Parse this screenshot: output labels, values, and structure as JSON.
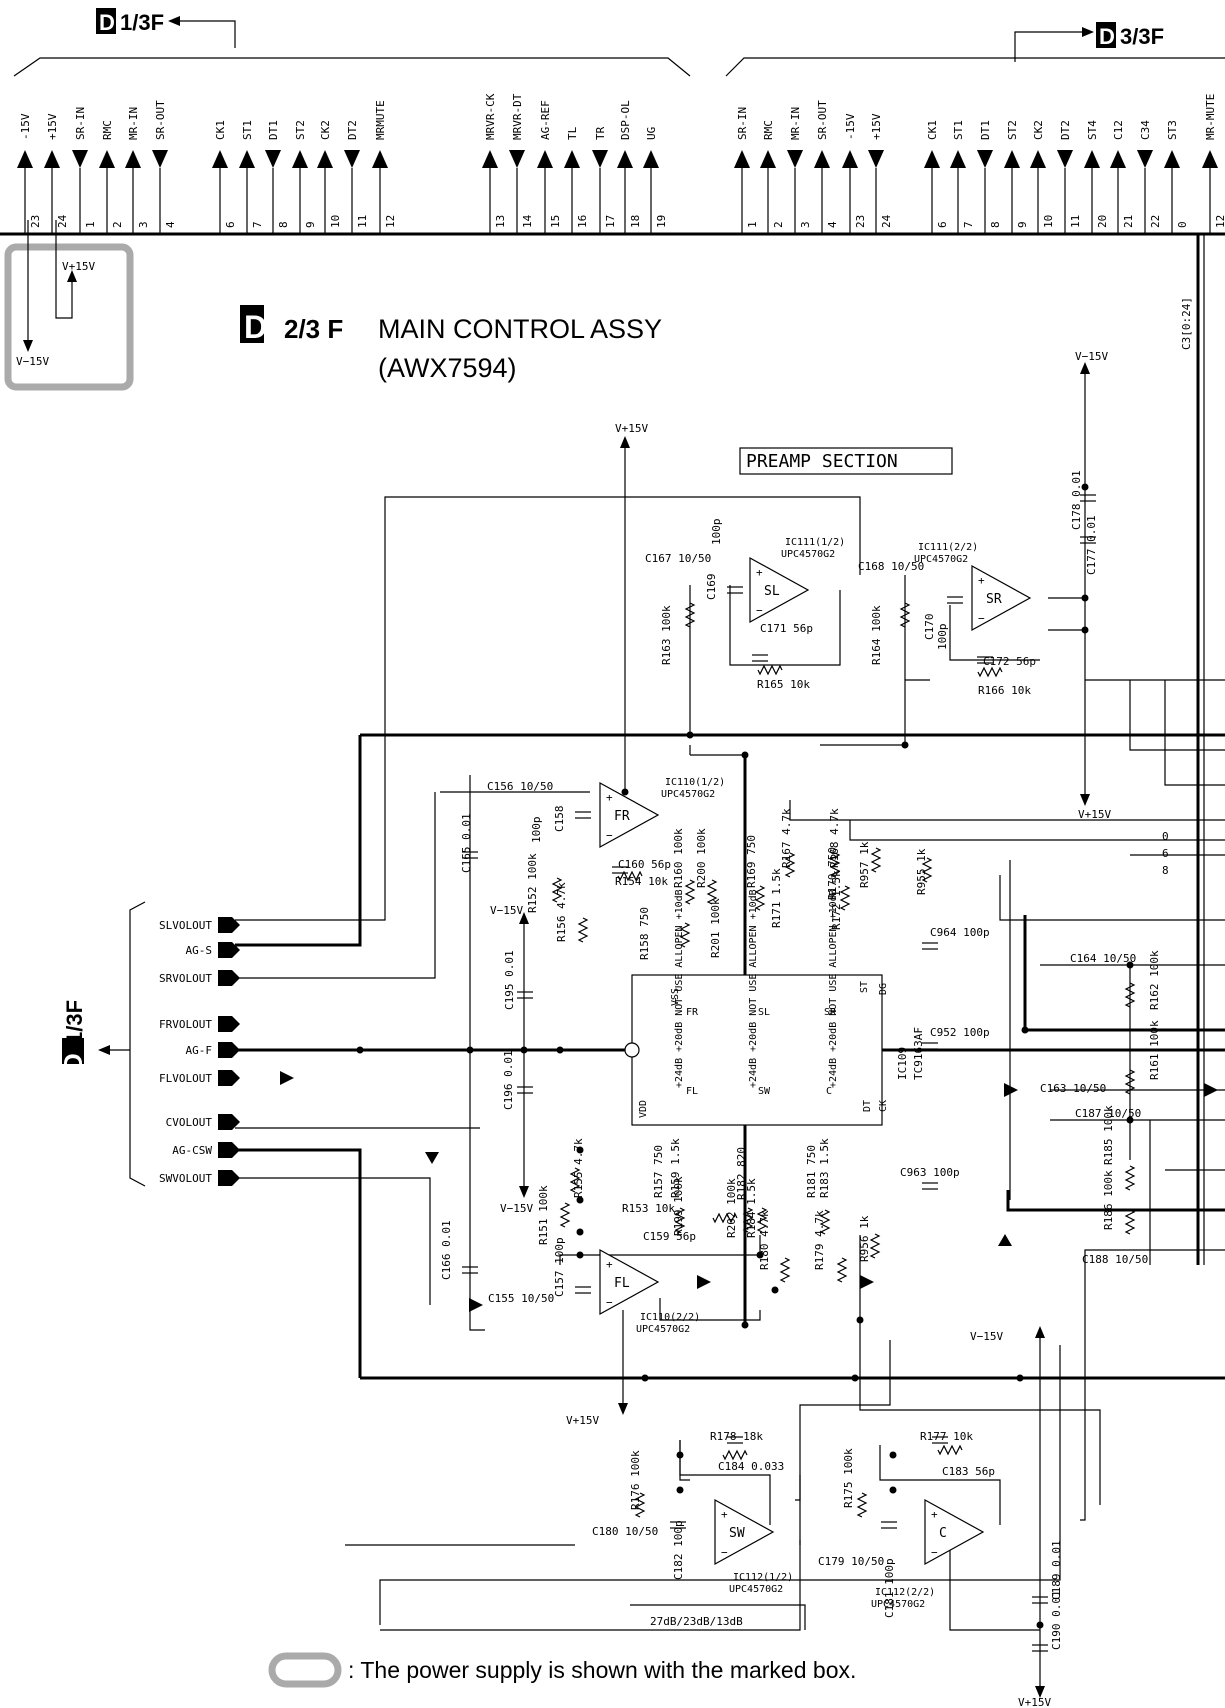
{
  "top_left_ref": {
    "letter": "D",
    "text": "1/3F"
  },
  "top_right_ref": {
    "letter": "D",
    "text": "3/3F"
  },
  "left_ref": {
    "letter": "D",
    "text": "1/3F"
  },
  "title": {
    "letter": "D",
    "sheet": "2/3 F",
    "name": "MAIN CONTROL ASSY",
    "part": "(AWX7594)"
  },
  "preamp_label": "PREAMP SECTION",
  "bus_label": "C3[0:24]",
  "left_connector": {
    "pins": [
      {
        "label": "-15V",
        "num": "23"
      },
      {
        "label": "+15V",
        "num": "24"
      },
      {
        "label": "SR-IN",
        "num": "1"
      },
      {
        "label": "RMC",
        "num": "2"
      },
      {
        "label": "MR-IN",
        "num": "3"
      },
      {
        "label": "SR-OUT",
        "num": "4"
      },
      {
        "label": "CK1",
        "num": "6"
      },
      {
        "label": "ST1",
        "num": "7"
      },
      {
        "label": "DT1",
        "num": "8"
      },
      {
        "label": "ST2",
        "num": "9"
      },
      {
        "label": "CK2",
        "num": "10"
      },
      {
        "label": "DT2",
        "num": "11"
      },
      {
        "label": "MRMUTE",
        "num": "12"
      },
      {
        "label": "MRVR-CK",
        "num": "13"
      },
      {
        "label": "MRVR-DT",
        "num": "14"
      },
      {
        "label": "AG-REF",
        "num": "15"
      },
      {
        "label": "TL",
        "num": "16"
      },
      {
        "label": "TR",
        "num": "17"
      },
      {
        "label": "DSP-OL",
        "num": "18"
      },
      {
        "label": "UG",
        "num": "19"
      }
    ]
  },
  "right_connector": {
    "pins": [
      {
        "label": "SR-IN",
        "num": "1"
      },
      {
        "label": "RMC",
        "num": "2"
      },
      {
        "label": "MR-IN",
        "num": "3"
      },
      {
        "label": "SR-OUT",
        "num": "4"
      },
      {
        "label": "-15V",
        "num": "23"
      },
      {
        "label": "+15V",
        "num": "24"
      },
      {
        "label": "CK1",
        "num": "6"
      },
      {
        "label": "ST1",
        "num": "7"
      },
      {
        "label": "DT1",
        "num": "8"
      },
      {
        "label": "ST2",
        "num": "9"
      },
      {
        "label": "CK2",
        "num": "10"
      },
      {
        "label": "DT2",
        "num": "11"
      },
      {
        "label": "ST4",
        "num": "20"
      },
      {
        "label": "C12",
        "num": "21"
      },
      {
        "label": "C34",
        "num": "22"
      },
      {
        "label": "ST3",
        "num": "0"
      },
      {
        "label": "MR-MUTE",
        "num": "12"
      }
    ]
  },
  "power_box": {
    "v_plus": "V+15V",
    "v_minus": "V−15V"
  },
  "rail_labels": [
    "V+15V",
    "V−15V",
    "V+15V",
    "V−15V",
    "V−15V",
    "V+15V",
    "V−15V",
    "V+15V",
    "V−15V"
  ],
  "side_signals": [
    "SLVOLOUT",
    "AG-S",
    "SRVOLOUT",
    "FRVOLOUT",
    "AG-F",
    "FLVOLOUT",
    "CVOLOUT",
    "AG-CSW",
    "SWVOLOUT"
  ],
  "opamps": [
    {
      "ref": "IC111(1/2)",
      "part": "UPC4570G2",
      "name": "SL"
    },
    {
      "ref": "IC111(2/2)",
      "part": "UPC4570G2",
      "name": "SR"
    },
    {
      "ref": "IC110(1/2)",
      "part": "UPC4570G2",
      "name": "FR"
    },
    {
      "ref": "IC110(2/2)",
      "part": "UPC4570G2",
      "name": "FL"
    },
    {
      "ref": "IC112(1/2)",
      "part": "UPC4570G2",
      "name": "SW"
    },
    {
      "ref": "IC112(2/2)",
      "part": "UPC4570G2",
      "name": "C"
    }
  ],
  "main_ic": {
    "ref": "IC109",
    "part": "TC9163AF",
    "top_groups": [
      "FR",
      "SL",
      "SR"
    ],
    "bottom_groups": [
      "FL",
      "SW",
      "C"
    ],
    "pins_left": [
      "VSS",
      "VDD"
    ],
    "pins_right": [
      "ST",
      "DG",
      "DT",
      "CK"
    ],
    "gain_text": "+24dB +20dB NOT USE ALLOPEN +10dB"
  },
  "components": [
    "C167 10/50",
    "C168 10/50",
    "C169",
    "C170",
    "100p",
    "100p",
    "C171 56p",
    "C172 56p",
    "R163 100k",
    "R164 100k",
    "R165 10k",
    "R166 10k",
    "C178 0.01",
    "C177 0.01",
    "C156 10/50",
    "C158",
    "100p",
    "C165 0.01",
    "C160 56p",
    "R154 10k",
    "R152 100k",
    "R156 4.7k",
    "R160 100k",
    "R200 100k",
    "R167 4.7k",
    "R168 4.7k",
    "R169 750",
    "R170 750",
    "R171 1.5k",
    "R172 1.5k",
    "R957 1k",
    "R955 1k",
    "R158 750",
    "R201 100k",
    "C964 100p",
    "C952 100p",
    "C963 100p",
    "C195 0.01",
    "C196 0.01",
    "R155 4.7k",
    "R157 750",
    "R159 1.5k",
    "R199 100k",
    "R202 100k",
    "R182 820",
    "R184 1.5k",
    "R181 750",
    "R183 1.5k",
    "R153 10k",
    "C159 56p",
    "R151 100k",
    "C157 100p",
    "C155 10/50",
    "C166 0.01",
    "R180 4.7k",
    "R179 4.7k",
    "R956 1k",
    "C164 10/50",
    "R162 100k",
    "R161 100k",
    "C163 10/50",
    "C187 10/50",
    "R185 100k",
    "R186 100k",
    "C188 10/50",
    "R178 18k",
    "C184 0.033",
    "R176 100k",
    "C180 10/50",
    "C182 100p",
    "R177 10k",
    "C183 56p",
    "R175 100k",
    "C179 10/50",
    "C181 100p",
    "C189 0.01",
    "C190 0.01"
  ],
  "gain_note": "27dB/23dB/13dB",
  "net_labels": [
    "0",
    "6",
    "8"
  ],
  "footer_note": ": The power supply is shown with the marked box."
}
